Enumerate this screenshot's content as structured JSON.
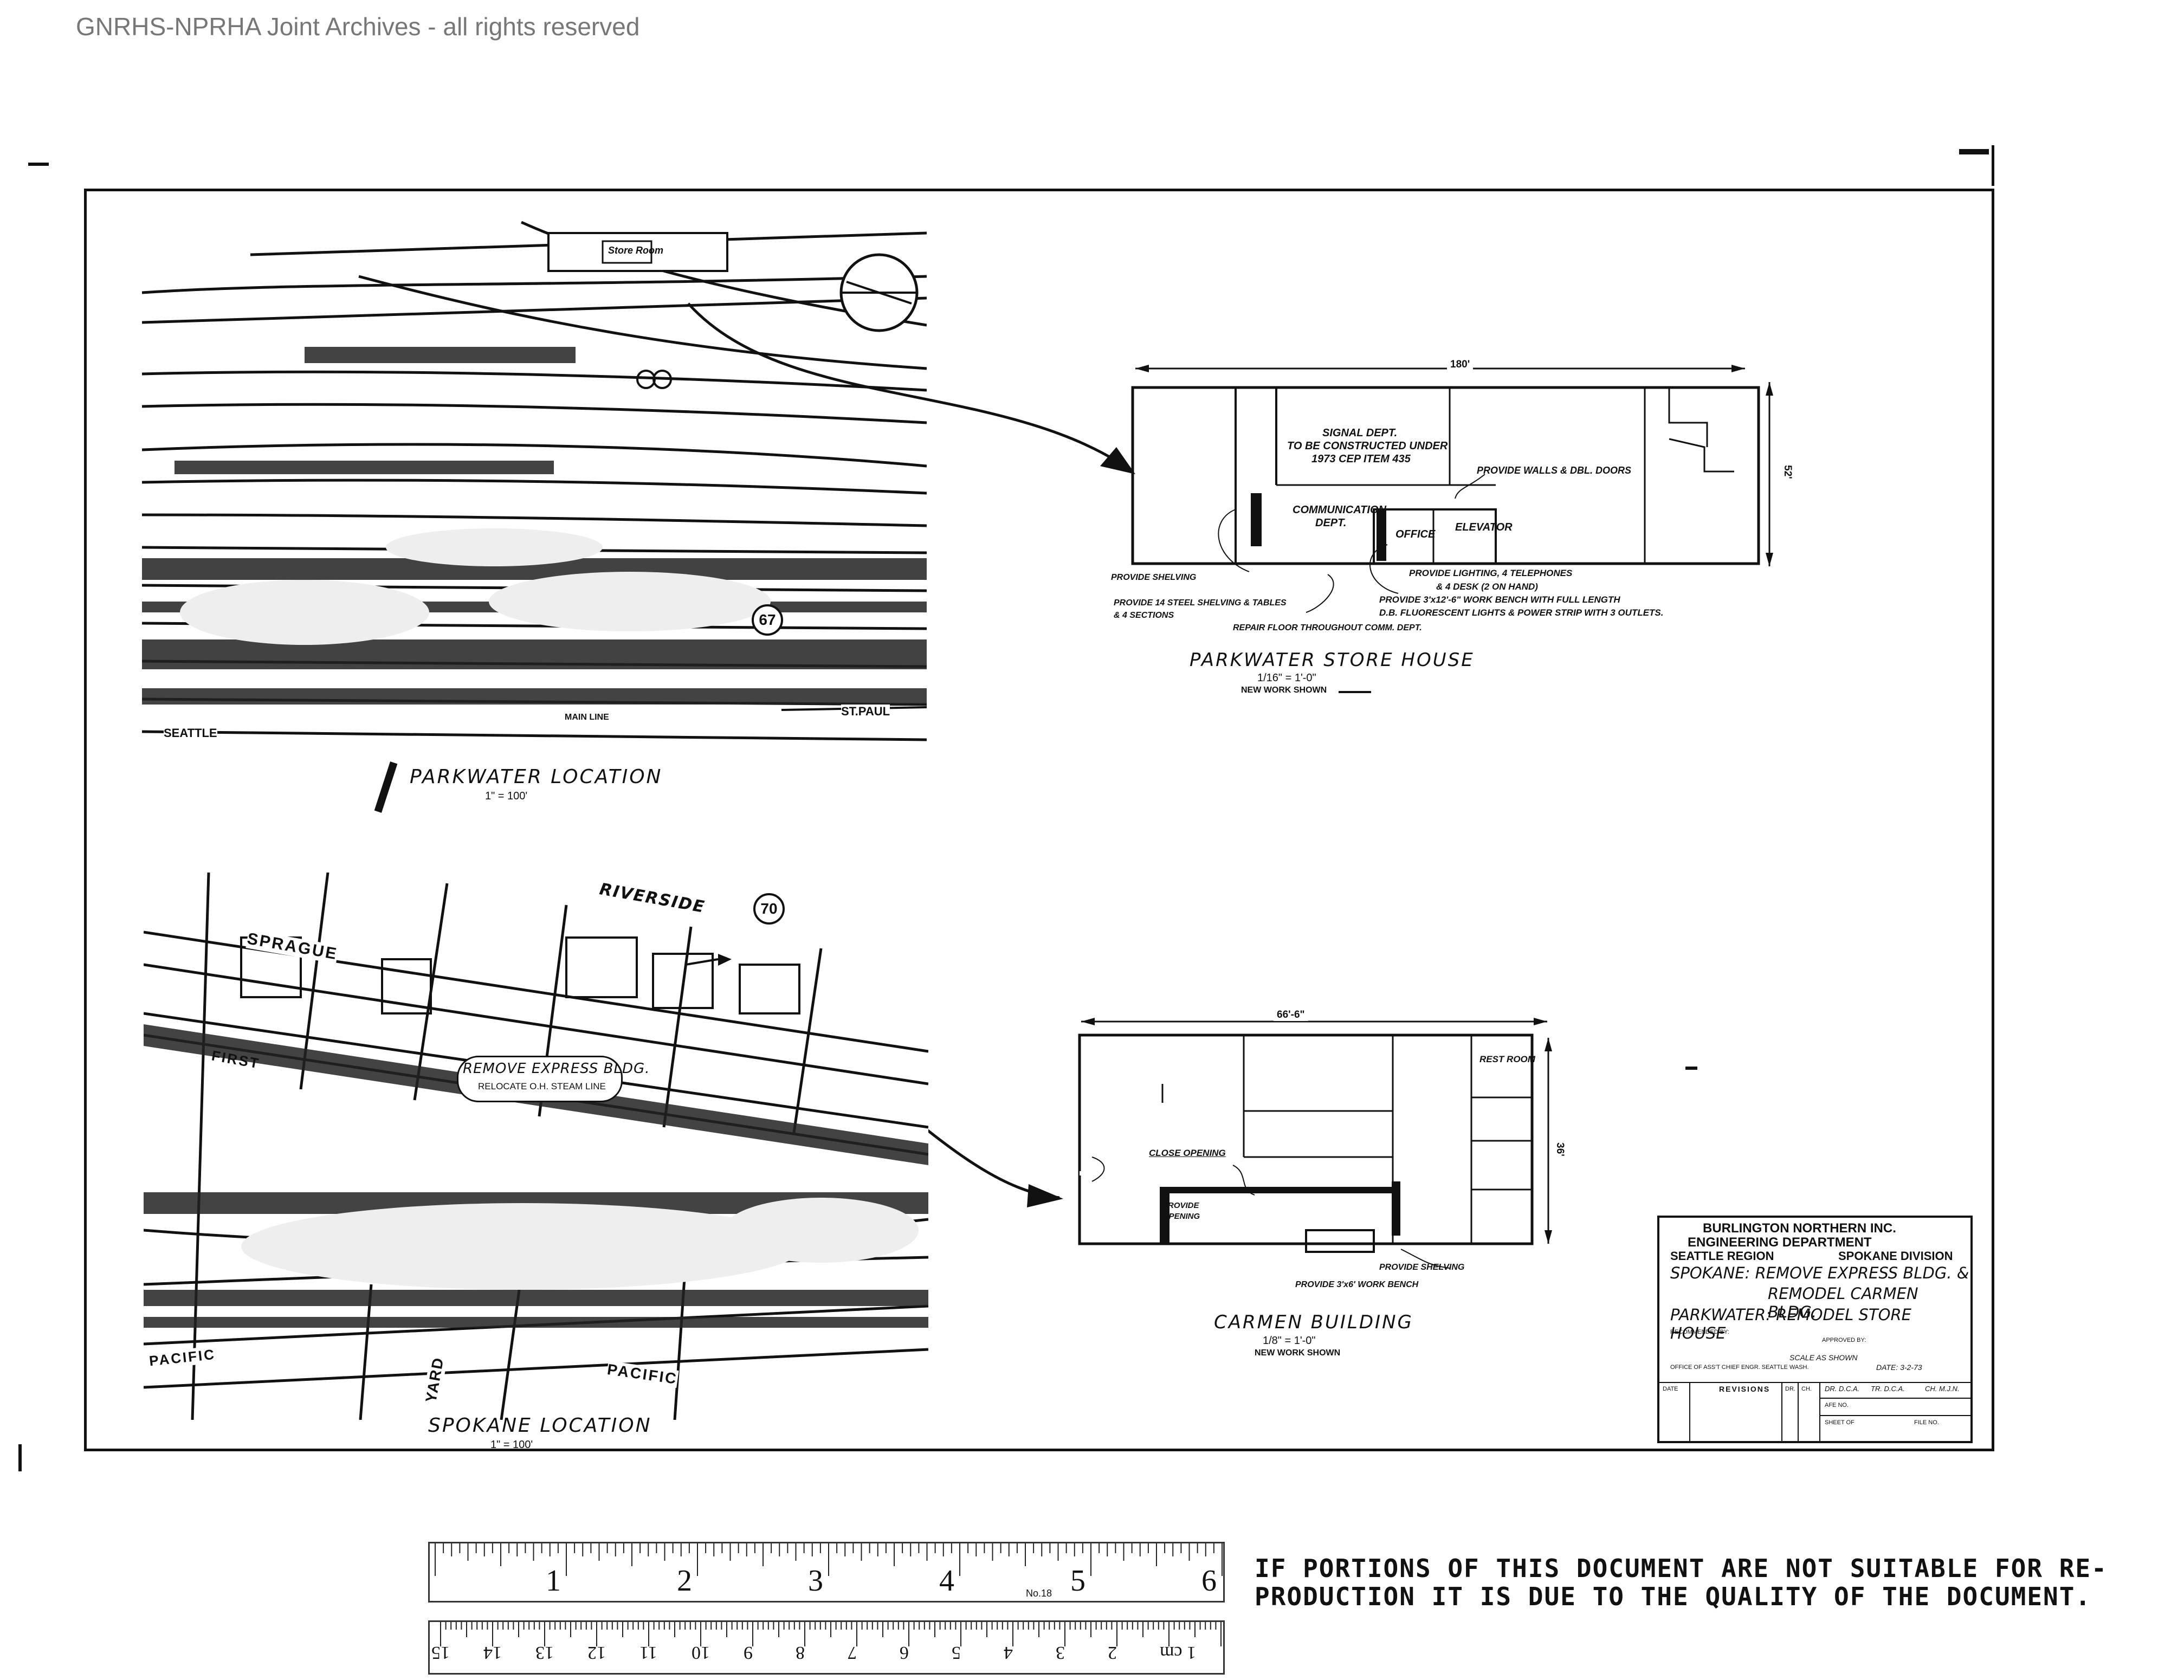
{
  "watermark": "GNRHS-NPRHA Joint Archives - all rights reserved",
  "parkwater_map": {
    "title": "PARKWATER LOCATION",
    "scale": "1\" = 100'",
    "route_number": "67",
    "labels": {
      "seattle": "SEATTLE",
      "st_paul": "ST.PAUL",
      "store_room": "Store Room",
      "main_line": "MAIN LINE"
    }
  },
  "store_house_plan": {
    "title": "PARKWATER STORE HOUSE",
    "scale": "1/16\" = 1'-0\"",
    "new_work": "NEW WORK SHOWN",
    "dim_length": "180'",
    "dim_width": "52'",
    "notes": [
      "SIGNAL DEPT.",
      "TO BE CONSTRUCTED UNDER",
      "1973 CEP ITEM 435",
      "PROVIDE WALLS & DBL. DOORS",
      "COMMUNICATION",
      "DEPT.",
      "OFFICE",
      "ELEVATOR",
      "PROVIDE SHELVING",
      "PROVIDE 14 STEEL SHELVING & TABLES",
      "& 4 SECTIONS",
      "REPAIR FLOOR THROUGHOUT COMM. DEPT.",
      "PROVIDE LIGHTING, 4 TELEPHONES",
      "& 4 DESK (2 ON HAND)",
      "PROVIDE 3'x12'-6\" WORK BENCH WITH FULL LENGTH",
      "D.B. FLUORESCENT LIGHTS & POWER STRIP WITH 3 OUTLETS."
    ]
  },
  "spokane_map": {
    "title": "SPOKANE LOCATION",
    "scale": "1\" = 100'",
    "route_number": "70",
    "labels": {
      "riverside": "RIVERSIDE",
      "sprague": "SPRAGUE",
      "first": "FIRST",
      "pacific": "PACIFIC",
      "pacific_left": "PACIFIC",
      "yard": "YARD"
    },
    "callout_1": "REMOVE EXPRESS BLDG.",
    "callout_2": "RELOCATE O.H. STEAM LINE"
  },
  "carmen_plan": {
    "title": "CARMEN BUILDING",
    "scale": "1/8\" = 1'-0\"",
    "new_work": "NEW WORK SHOWN",
    "dim_length": "66'-6\"",
    "dim_width": "36'",
    "notes": [
      "REST ROOM",
      "CLOSE OPENING",
      "PROVIDE OPENING",
      "PROVIDE SHELVING",
      "PROVIDE 3'x6' WORK BENCH"
    ]
  },
  "title_block": {
    "company": "BURLINGTON NORTHERN INC.",
    "department": "ENGINEERING DEPARTMENT",
    "region": "SEATTLE REGION",
    "division": "SPOKANE DIVISION",
    "line1": "SPOKANE: REMOVE EXPRESS BLDG. &",
    "line2": "REMODEL CARMEN BLDG.",
    "line3": "PARKWATER: REMODEL STORE HOUSE",
    "recommended": "RECOMMENDED BY:",
    "approved": "APPROVED BY:",
    "scale": "SCALE AS SHOWN",
    "office": "OFFICE OF ASS'T CHIEF ENGR. SEATTLE WASH.",
    "date": "DATE: 3-2-73",
    "revisions": "REVISIONS",
    "date_col": "DATE",
    "dr": "DR.",
    "ch": "CH.",
    "drawn": "DR. D.C.A.",
    "traced": "TR. D.C.A.",
    "checked": "CH. M.J.N.",
    "afe": "AFE NO.",
    "sheet": "SHEET OF",
    "file": "FILE NO."
  },
  "ruler": {
    "inches": [
      "1",
      "2",
      "3",
      "4",
      "5",
      "6"
    ],
    "cm": [
      "1 cm",
      "2",
      "3",
      "4",
      "5",
      "6",
      "7",
      "8",
      "9",
      "10",
      "11",
      "12",
      "13",
      "14",
      "15"
    ],
    "model": "No.18"
  },
  "notice": {
    "line1": "IF PORTIONS OF THIS DOCUMENT ARE NOT SUITABLE FOR RE-",
    "line2": "PRODUCTION IT IS DUE TO THE QUALITY OF THE DOCUMENT."
  },
  "colors": {
    "ink": "#111111",
    "paper": "#ffffff",
    "watermark": "#777777"
  }
}
